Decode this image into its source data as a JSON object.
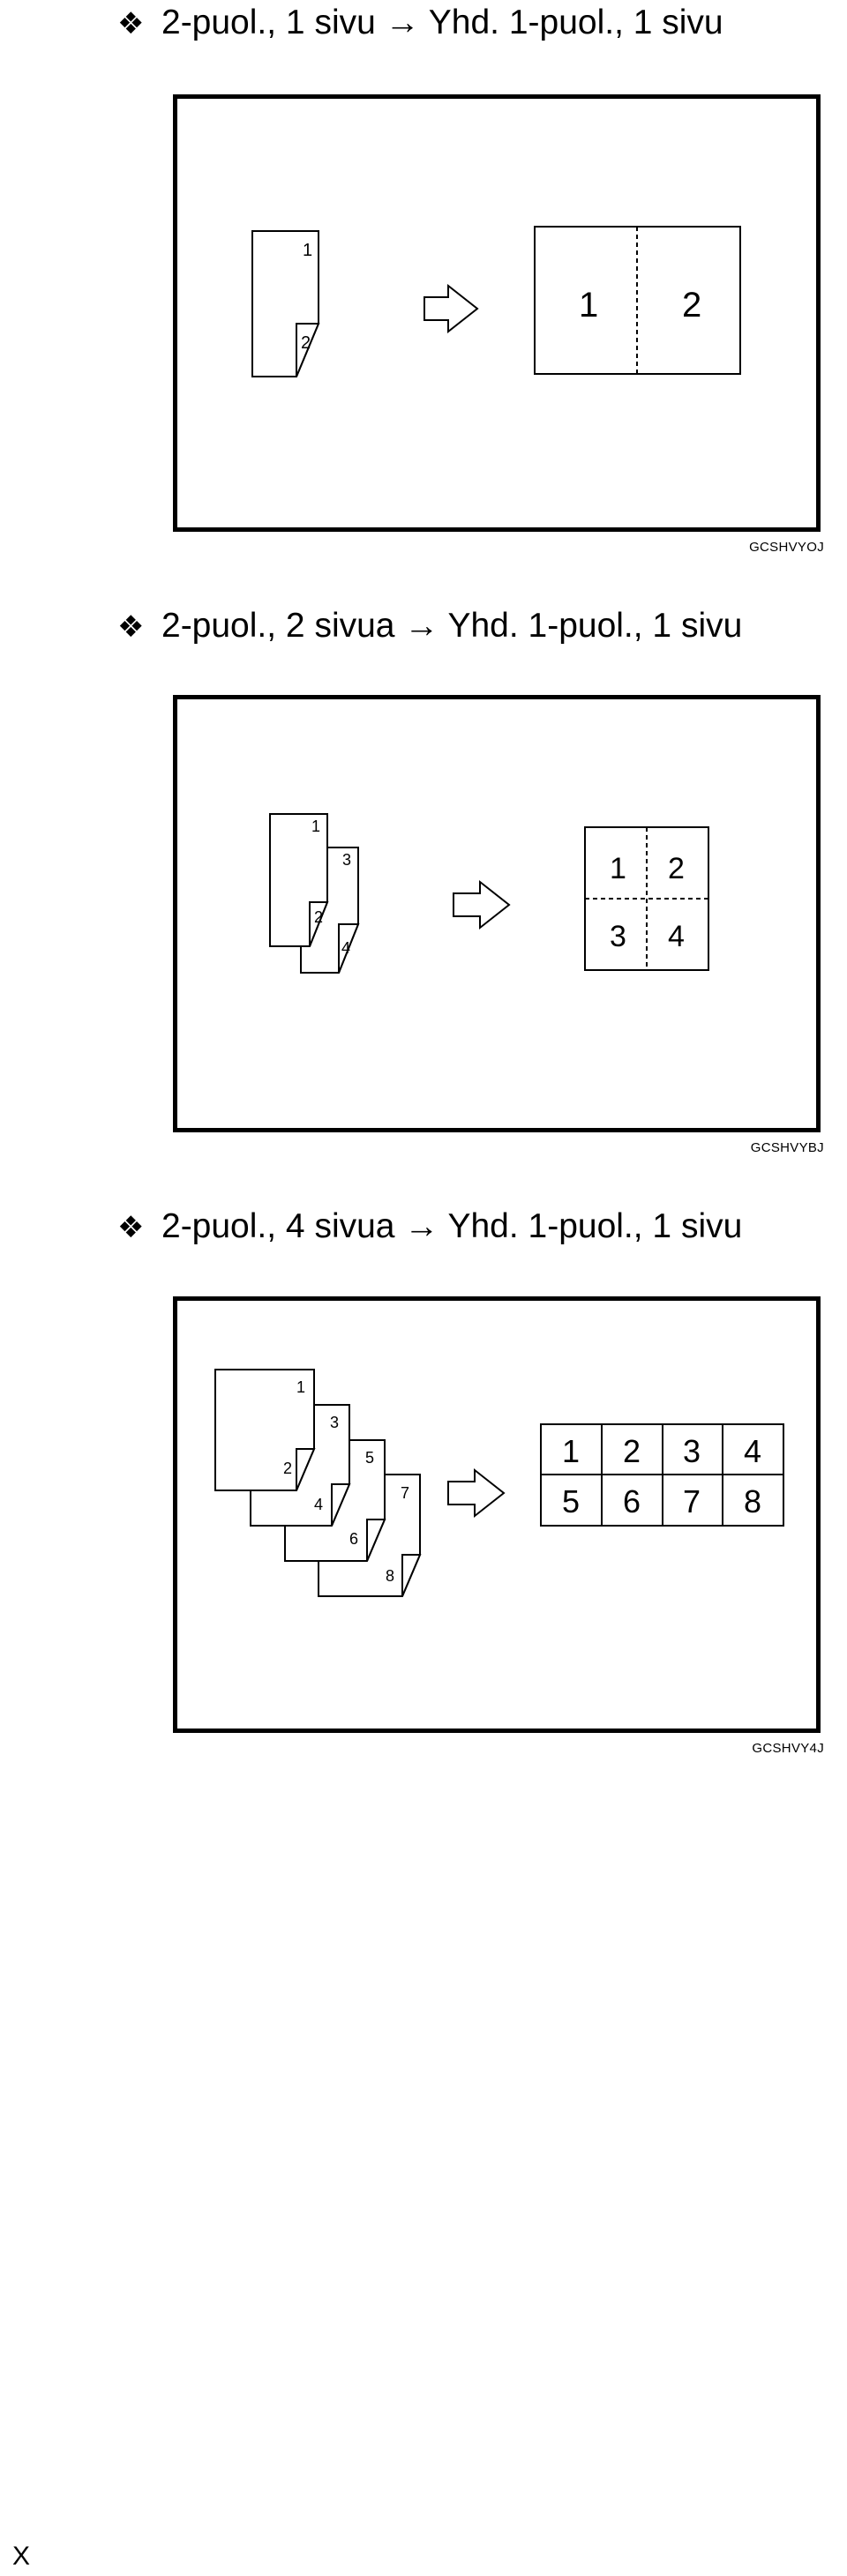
{
  "sections": [
    {
      "bullet": "❖",
      "title": "2-puol., 1 sivu → Yhd. 1-puol., 1 sivu",
      "image_code": "GCSHVYOJ",
      "source_pages": [
        "1",
        "2"
      ],
      "result_pages": [
        "1",
        "2"
      ]
    },
    {
      "bullet": "❖",
      "title": "2-puol., 2 sivua → Yhd. 1-puol., 1 sivu",
      "image_code": "GCSHVYBJ",
      "source_pages": [
        "1",
        "2",
        "3",
        "4"
      ],
      "result_pages": [
        "1",
        "2",
        "3",
        "4"
      ]
    },
    {
      "bullet": "❖",
      "title": "2-puol., 4 sivua → Yhd. 1-puol., 1 sivu",
      "image_code": "GCSHVY4J",
      "source_pages": [
        "1",
        "2",
        "3",
        "4",
        "5",
        "6",
        "7",
        "8"
      ],
      "result_pages": [
        "1",
        "2",
        "3",
        "4",
        "5",
        "6",
        "7",
        "8"
      ]
    }
  ],
  "footer": {
    "page_marker": "X"
  }
}
